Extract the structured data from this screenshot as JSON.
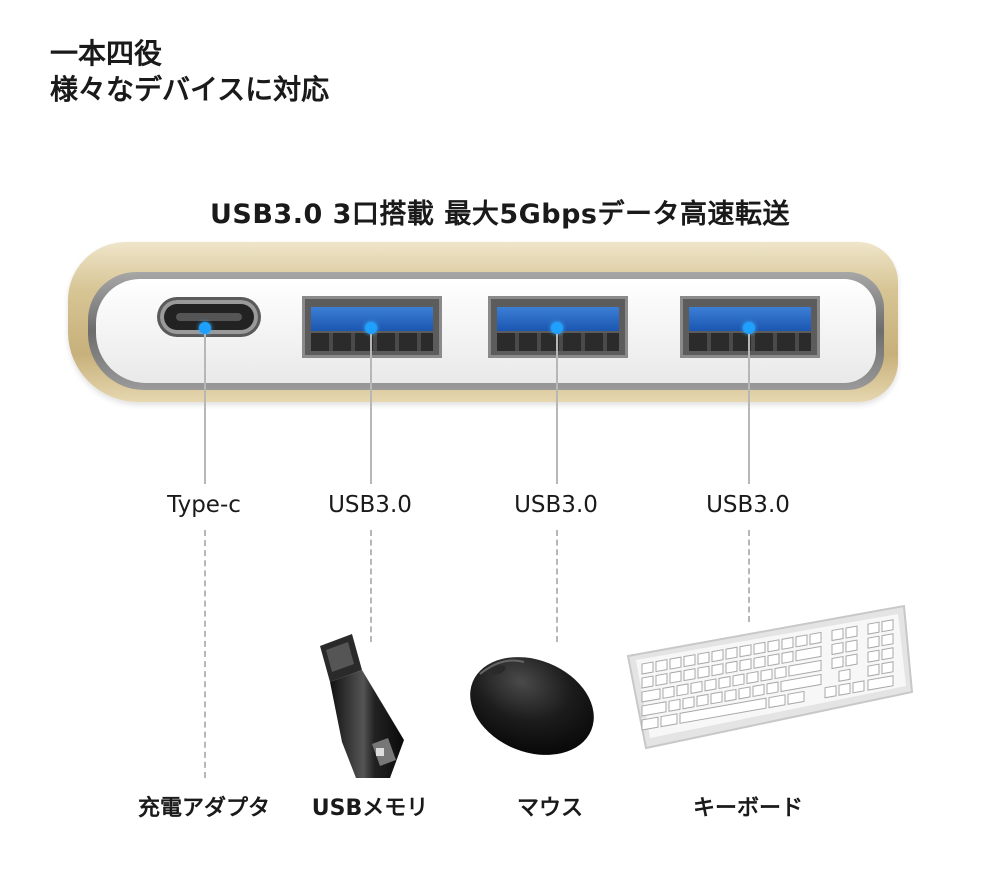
{
  "headline": [
    "一本四役",
    "様々なデバイスに対応"
  ],
  "subtitle": "USB3.0 3口搭載 最大5Gbpsデータ高速転送",
  "ports": [
    {
      "label": "Type-c",
      "device": "充電アダプタ",
      "icon": "usb-c-port-icon"
    },
    {
      "label": "USB3.0",
      "device": "USBメモリ",
      "icon": "usb-a-port-icon"
    },
    {
      "label": "USB3.0",
      "device": "マウス",
      "icon": "usb-a-port-icon"
    },
    {
      "label": "USB3.0",
      "device": "キーボード",
      "icon": "usb-a-port-icon"
    }
  ],
  "colors": {
    "hub_gold": "#d7c595",
    "usb3_blue": "#1b56b0",
    "indicator_blue": "#1ea0ff"
  }
}
